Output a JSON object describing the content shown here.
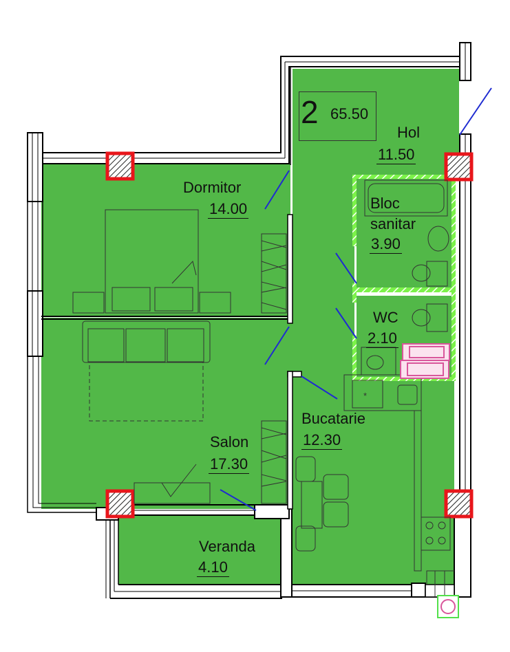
{
  "apartment": {
    "rooms_count": "2",
    "total_area": "65.50"
  },
  "rooms": {
    "hol": {
      "name": "Hol",
      "area": "11.50"
    },
    "dormitor": {
      "name": "Dormitor",
      "area": "14.00"
    },
    "bloc_sanitar": {
      "name_line1": "Bloc",
      "name_line2": "sanitar",
      "area": "3.90"
    },
    "wc": {
      "name": "WC",
      "area": "2.10"
    },
    "bucatarie": {
      "name": "Bucatarie",
      "area": "12.30"
    },
    "salon": {
      "name": "Salon",
      "area": "17.30"
    },
    "veranda": {
      "name": "Veranda",
      "area": "4.10"
    }
  },
  "colors": {
    "floor": "#52b848",
    "wall": "#000000",
    "column_border": "#e8161b",
    "door_swing": "#1e2bd1",
    "wet_zone_outline": "#7cf24a",
    "bath_fixture": "#d9569b",
    "outline_text": "#111111"
  }
}
